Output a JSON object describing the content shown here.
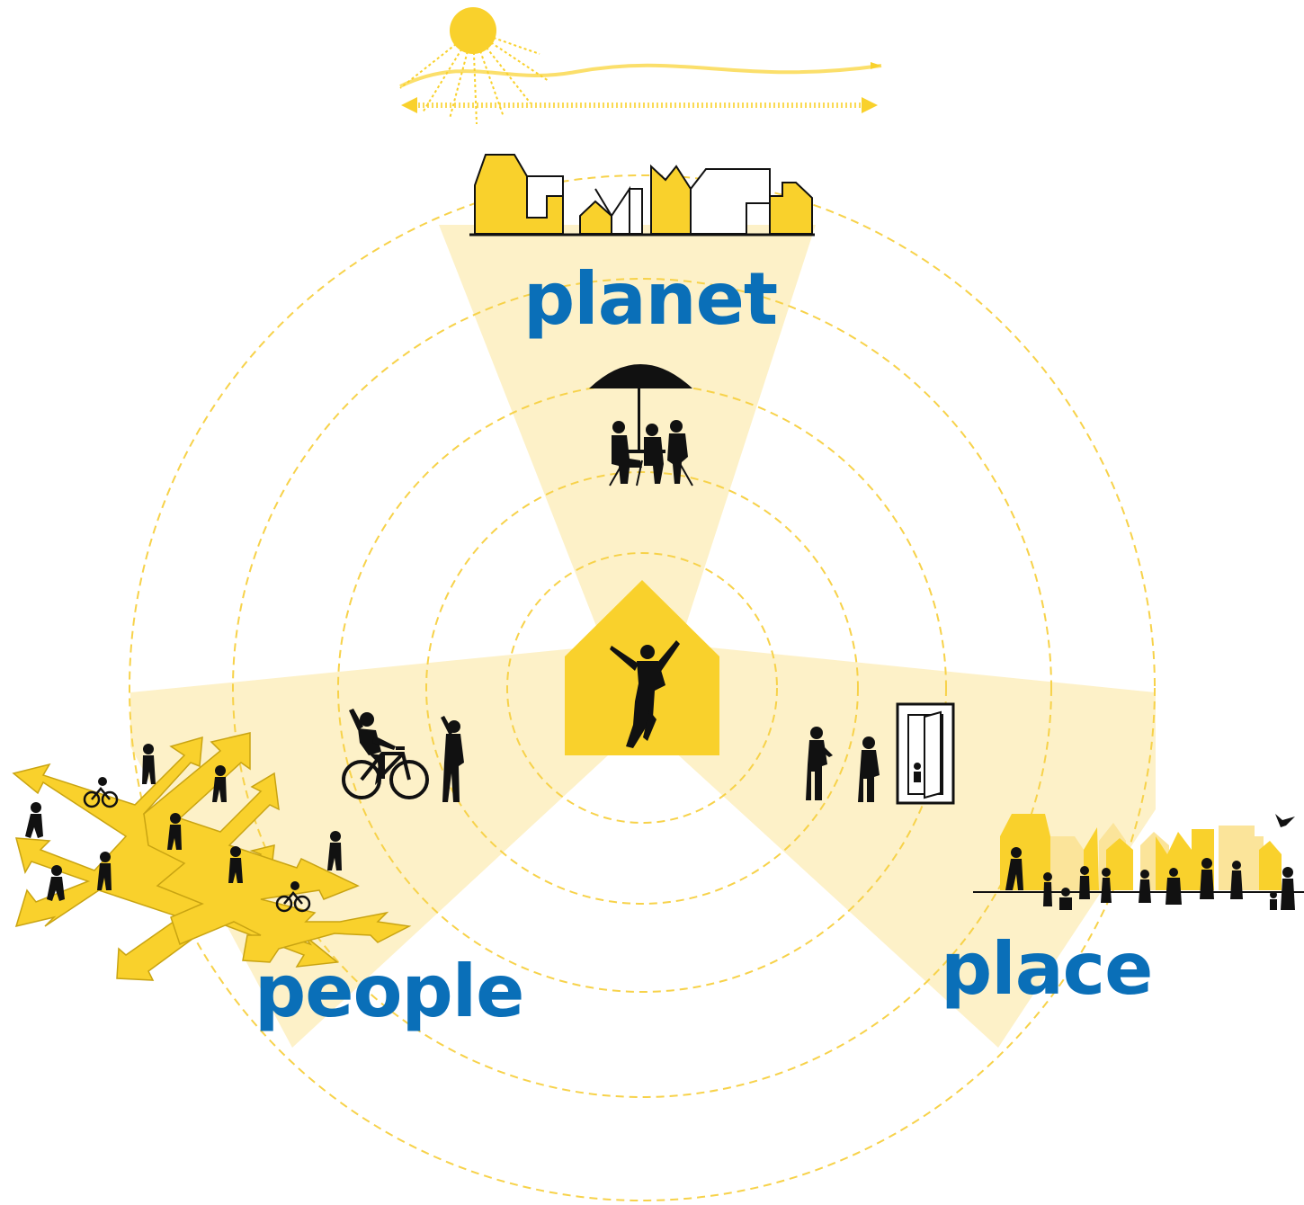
{
  "labels": {
    "planet": "planet",
    "people": "people",
    "place": "place"
  },
  "colors": {
    "accent_yellow": "#f9d12c",
    "wedge_fill": "#fdf1c8",
    "ring_stroke": "#f7d24a",
    "label_blue": "#0a6fb8",
    "silhouette": "#111111"
  },
  "icons": [
    "sun-icon",
    "skyline-planet-icon",
    "umbrella-cafe-icon",
    "house-person-icon",
    "cyclist-icon",
    "waving-person-icon",
    "people-arrows-icon",
    "standing-people-icon",
    "door-icon",
    "skyline-place-icon"
  ]
}
